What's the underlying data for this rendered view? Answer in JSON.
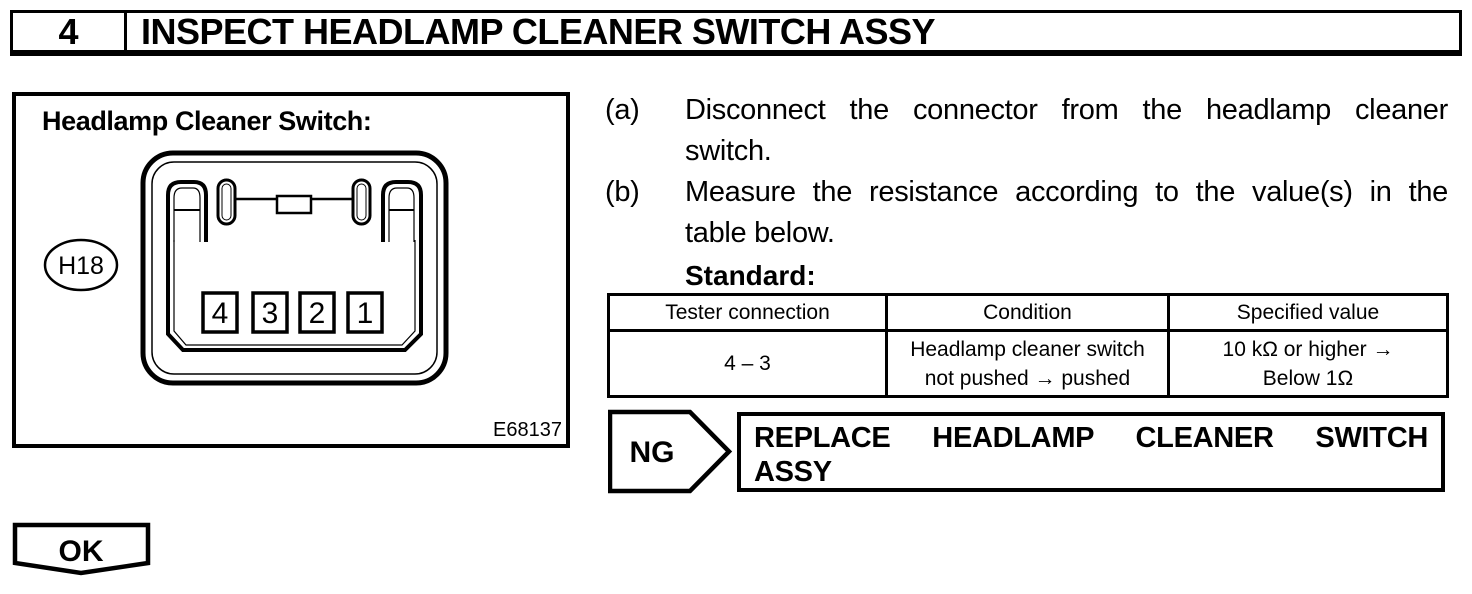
{
  "header": {
    "step_number": "4",
    "title": "INSPECT HEADLAMP CLEANER SWITCH ASSY"
  },
  "figure": {
    "caption": "Headlamp Cleaner Switch:",
    "connector_label": "H18",
    "pin_labels": [
      "4",
      "3",
      "2",
      "1"
    ],
    "figure_code": "E68137"
  },
  "steps": [
    {
      "label": "(a)",
      "lines": [
        "Disconnect the connector from the headlamp cleaner",
        "switch."
      ]
    },
    {
      "label": "(b)",
      "lines": [
        "Measure the resistance according to the value(s) in the",
        "table below."
      ]
    }
  ],
  "standard_label": "Standard:",
  "table": {
    "headers": [
      "Tester connection",
      "Condition",
      "Specified value"
    ],
    "rows": [
      {
        "tester_connection": "4 – 3",
        "condition_lines": [
          "Headlamp cleaner switch",
          "not pushed → pushed"
        ],
        "specified_value_lines": [
          "10 kΩ or higher →",
          "Below 1Ω"
        ]
      }
    ]
  },
  "ng": {
    "label": "NG",
    "action_lines": [
      "REPLACE HEADLAMP CLEANER SWITCH",
      "ASSY"
    ]
  },
  "ok": {
    "label": "OK"
  },
  "colors": {
    "ink": "#000000",
    "paper": "#ffffff"
  }
}
